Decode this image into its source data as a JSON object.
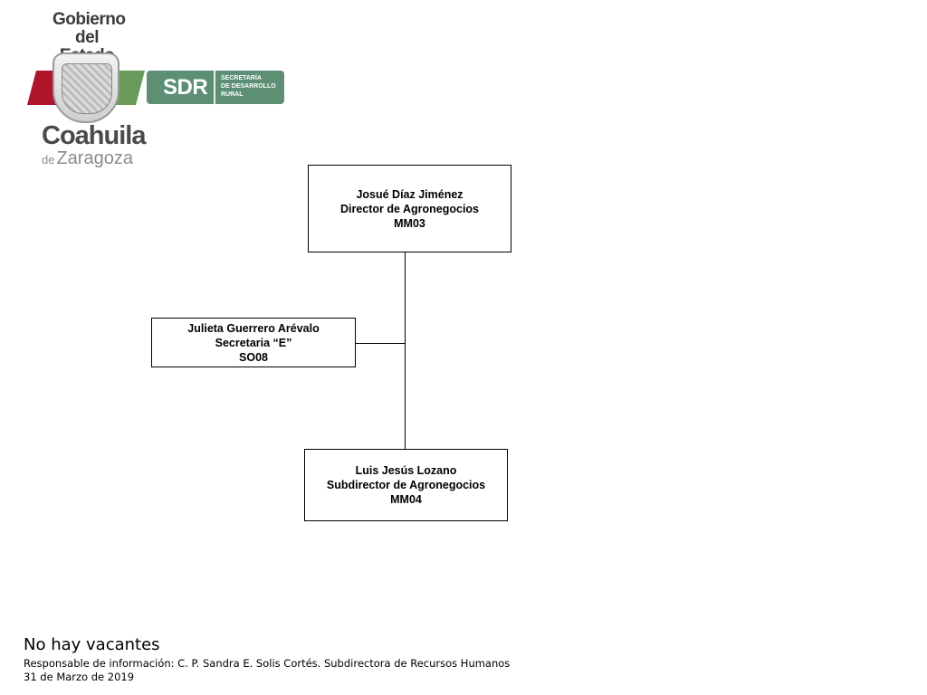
{
  "logo": {
    "gobierno": "Gobierno",
    "del_estado": "del Estado",
    "sdr": "SDR",
    "sdr_sub": [
      "SECRETARÍA",
      "DE DESARROLLO",
      "RURAL"
    ],
    "state": "Coahuila",
    "state_de": "de",
    "state_sub": "Zaragoza",
    "colors": {
      "red": "#b0142a",
      "green": "#6a9a5a",
      "sdr_green": "#5c8f74"
    }
  },
  "org_chart": {
    "director": {
      "name": "Josué Díaz Jiménez",
      "title": "Director de Agronegocios",
      "code": "MM03"
    },
    "secretary": {
      "name": "Julieta Guerrero Arévalo",
      "title": "Secretaria “E”",
      "code": "SO08"
    },
    "subdirector": {
      "name": "Luis Jesús Lozano",
      "title": "Subdirector de Agronegocios",
      "code": "MM04"
    }
  },
  "footer": {
    "vacancies": "No  hay vacantes",
    "responsible": "Responsable de información: C. P. Sandra E. Solis Cortés. Subdirectora de Recursos Humanos",
    "date": "31 de Marzo de 2019"
  }
}
